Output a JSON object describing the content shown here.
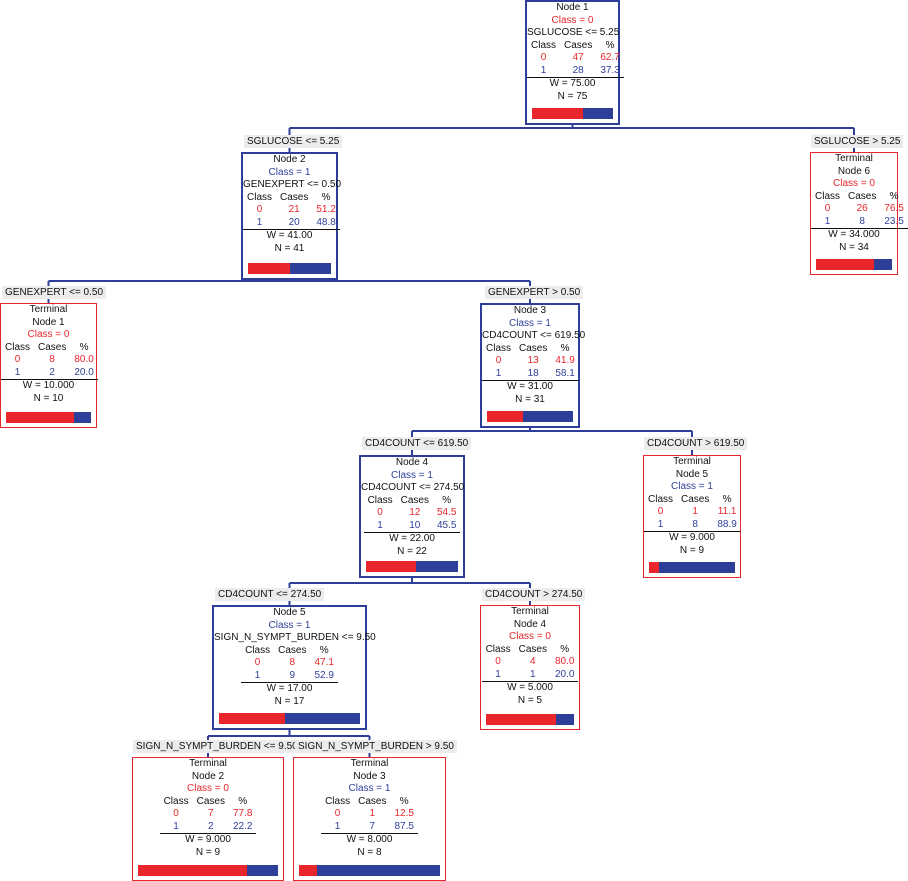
{
  "colors": {
    "class0": "#e8262b",
    "class1": "#2e3f99",
    "edge": "#2e3f99"
  },
  "table_header": [
    "Class",
    "Cases",
    "%"
  ],
  "nodes": [
    {
      "id": "n1",
      "type": "internal",
      "lines": [
        "Node 1"
      ],
      "class_label": "Class = 0",
      "cls": 0,
      "split": "SGLUCOSE <= 5.25",
      "rows": [
        [
          "0",
          "47",
          "62.7"
        ],
        [
          "1",
          "28",
          "37.3"
        ]
      ],
      "w": "W = 75.00",
      "n": "N = 75",
      "p0": 62.7
    },
    {
      "id": "n2",
      "type": "internal",
      "lines": [
        "Node 2"
      ],
      "class_label": "Class = 1",
      "cls": 1,
      "split": "GENEXPERT <= 0.50",
      "rows": [
        [
          "0",
          "21",
          "51.2"
        ],
        [
          "1",
          "20",
          "48.8"
        ]
      ],
      "w": "W = 41.00",
      "n": "N = 41",
      "p0": 51.2
    },
    {
      "id": "t6",
      "type": "terminal",
      "lines": [
        "Terminal",
        "Node 6"
      ],
      "class_label": "Class = 0",
      "cls": 0,
      "rows": [
        [
          "0",
          "26",
          "76.5"
        ],
        [
          "1",
          "8",
          "23.5"
        ]
      ],
      "w": "W = 34.000",
      "n": "N = 34",
      "p0": 76.5
    },
    {
      "id": "t1",
      "type": "terminal",
      "lines": [
        "Terminal",
        "Node 1"
      ],
      "class_label": "Class = 0",
      "cls": 0,
      "rows": [
        [
          "0",
          "8",
          "80.0"
        ],
        [
          "1",
          "2",
          "20.0"
        ]
      ],
      "w": "W = 10.000",
      "n": "N = 10",
      "p0": 80.0
    },
    {
      "id": "n3",
      "type": "internal",
      "lines": [
        "Node 3"
      ],
      "class_label": "Class = 1",
      "cls": 1,
      "split": "CD4COUNT <= 619.50",
      "rows": [
        [
          "0",
          "13",
          "41.9"
        ],
        [
          "1",
          "18",
          "58.1"
        ]
      ],
      "w": "W = 31.00",
      "n": "N = 31",
      "p0": 41.9
    },
    {
      "id": "n4",
      "type": "internal",
      "lines": [
        "Node 4"
      ],
      "class_label": "Class = 1",
      "cls": 1,
      "split": "CD4COUNT <= 274.50",
      "rows": [
        [
          "0",
          "12",
          "54.5"
        ],
        [
          "1",
          "10",
          "45.5"
        ]
      ],
      "w": "W = 22.00",
      "n": "N = 22",
      "p0": 54.5
    },
    {
      "id": "t5",
      "type": "terminal",
      "lines": [
        "Terminal",
        "Node 5"
      ],
      "class_label": "Class = 1",
      "cls": 1,
      "rows": [
        [
          "0",
          "1",
          "11.1"
        ],
        [
          "1",
          "8",
          "88.9"
        ]
      ],
      "w": "W = 9.000",
      "n": "N = 9",
      "p0": 11.1
    },
    {
      "id": "n5",
      "type": "internal",
      "lines": [
        "Node 5"
      ],
      "class_label": "Class = 1",
      "cls": 1,
      "split": "SIGN_N_SYMPT_BURDEN <= 9.50",
      "rows": [
        [
          "0",
          "8",
          "47.1"
        ],
        [
          "1",
          "9",
          "52.9"
        ]
      ],
      "w": "W = 17.00",
      "n": "N = 17",
      "p0": 47.1
    },
    {
      "id": "t4",
      "type": "terminal",
      "lines": [
        "Terminal",
        "Node 4"
      ],
      "class_label": "Class = 0",
      "cls": 0,
      "rows": [
        [
          "0",
          "4",
          "80.0"
        ],
        [
          "1",
          "1",
          "20.0"
        ]
      ],
      "w": "W = 5.000",
      "n": "N = 5",
      "p0": 80.0
    },
    {
      "id": "t2",
      "type": "terminal",
      "lines": [
        "Terminal",
        "Node 2"
      ],
      "class_label": "Class = 0",
      "cls": 0,
      "rows": [
        [
          "0",
          "7",
          "77.8"
        ],
        [
          "1",
          "2",
          "22.2"
        ]
      ],
      "w": "W = 9.000",
      "n": "N = 9",
      "p0": 77.8
    },
    {
      "id": "t3",
      "type": "terminal",
      "lines": [
        "Terminal",
        "Node 3"
      ],
      "class_label": "Class = 1",
      "cls": 1,
      "rows": [
        [
          "0",
          "1",
          "12.5"
        ],
        [
          "1",
          "7",
          "87.5"
        ]
      ],
      "w": "W = 8.000",
      "n": "N = 8",
      "p0": 12.5
    }
  ],
  "branches": [
    {
      "parent": "n1",
      "child": "n2",
      "label": "SGLUCOSE <= 5.25"
    },
    {
      "parent": "n1",
      "child": "t6",
      "label": "SGLUCOSE >  5.25"
    },
    {
      "parent": "n2",
      "child": "t1",
      "label": "GENEXPERT <= 0.50"
    },
    {
      "parent": "n2",
      "child": "n3",
      "label": "GENEXPERT >  0.50"
    },
    {
      "parent": "n3",
      "child": "n4",
      "label": "CD4COUNT <= 619.50"
    },
    {
      "parent": "n3",
      "child": "t5",
      "label": "CD4COUNT >  619.50"
    },
    {
      "parent": "n4",
      "child": "n5",
      "label": "CD4COUNT <= 274.50"
    },
    {
      "parent": "n4",
      "child": "t4",
      "label": "CD4COUNT >  274.50"
    },
    {
      "parent": "n5",
      "child": "t2",
      "label": "SIGN_N_SYMPT_BURDEN <= 9.50"
    },
    {
      "parent": "n5",
      "child": "t3",
      "label": "SIGN_N_SYMPT_BURDEN >  9.50"
    }
  ]
}
